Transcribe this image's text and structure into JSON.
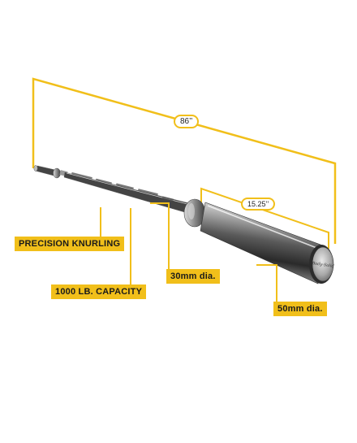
{
  "product": {
    "brand_engraving": "Body-Solid"
  },
  "dimensions": {
    "overall_length": "86’’",
    "sleeve_length": "15.25’’"
  },
  "callouts": {
    "knurling": "PRECISION KNURLING",
    "capacity": "1000 LB. CAPACITY",
    "shaft_diameter": "30mm dia.",
    "sleeve_diameter": "50mm dia."
  },
  "colors": {
    "accent": "#f1bf1a",
    "steel_light": "#e8e8e8",
    "steel_dark": "#3a3a3a"
  }
}
